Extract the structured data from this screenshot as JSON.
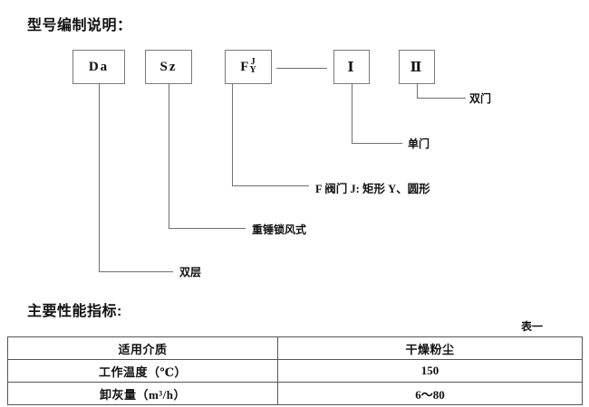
{
  "headings": {
    "model_code": "型号编制说明：",
    "performance": "主要性能指标:"
  },
  "model_diagram": {
    "boxes": [
      {
        "name": "da",
        "text": "Da"
      },
      {
        "name": "sz",
        "text": "Sz"
      },
      {
        "name": "f",
        "text": "F",
        "numerator": "J",
        "denominator": "Y"
      },
      {
        "name": "i",
        "text": "Ⅰ"
      },
      {
        "name": "ii",
        "text": "Ⅱ"
      }
    ],
    "callouts": [
      {
        "name": "shuangmen",
        "text": "双门"
      },
      {
        "name": "danmen",
        "text": "单门"
      },
      {
        "name": "fvalve",
        "text": "F 阀门 J: 矩形  Y、圆形"
      },
      {
        "name": "lock",
        "text": "重锤锁风式"
      },
      {
        "name": "double",
        "text": "双层"
      }
    ]
  },
  "table": {
    "caption": "表一",
    "rows": [
      {
        "label": "适用介质",
        "value": "干燥粉尘"
      },
      {
        "label": "工作温度（℃）",
        "value": "150"
      },
      {
        "label": "卸灰量（m³/h）",
        "value": "6～80"
      }
    ]
  },
  "colors": {
    "text": "#111111",
    "line": "#6f6f6f",
    "border": "#555555",
    "background": "#ffffff"
  }
}
